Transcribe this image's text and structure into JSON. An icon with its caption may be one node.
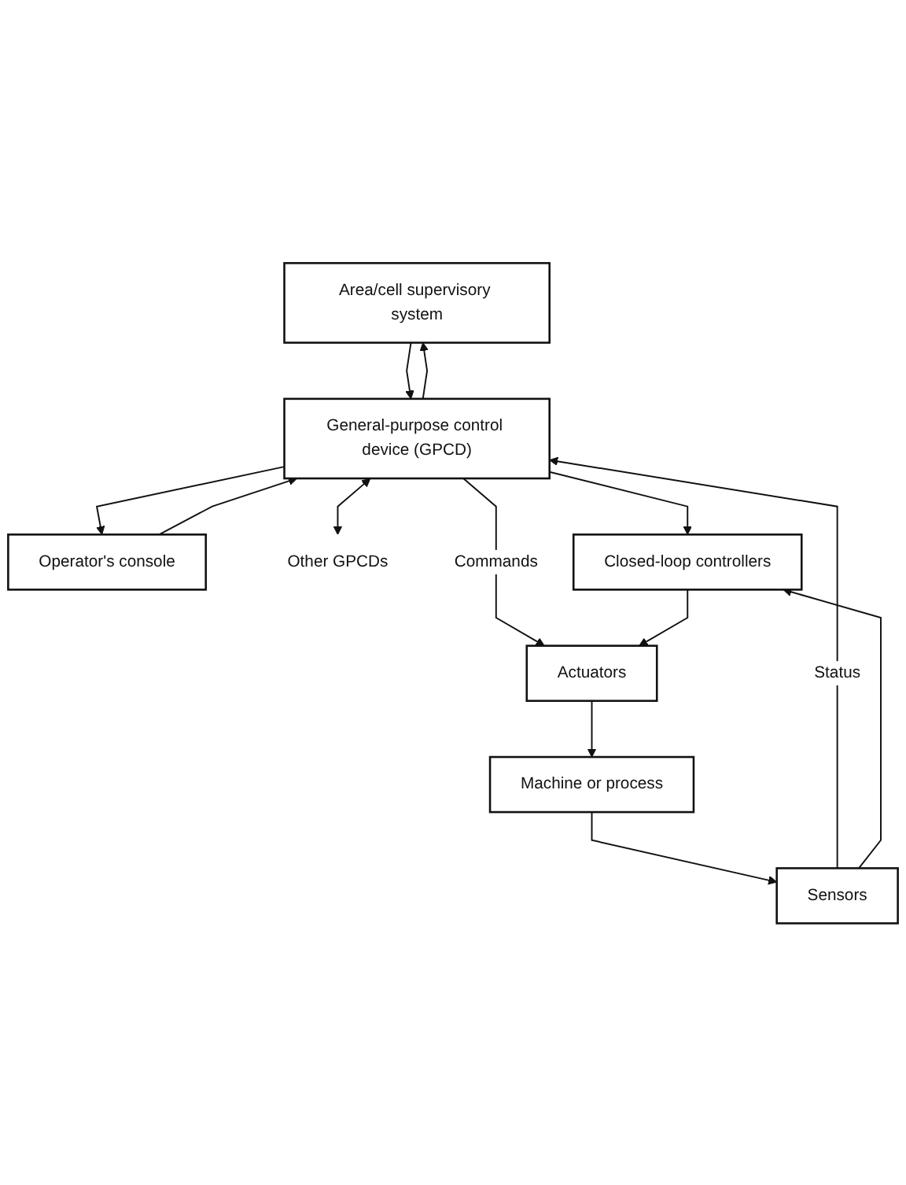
{
  "diagram": {
    "nodes": [
      {
        "text": [
          "Area/cell supervisory system"
        ]
      },
      {
        "text": [
          "Operator's console"
        ]
      },
      {
        "text": [
          "General-purpose control device (GPCD)"
        ]
      },
      {
        "text": [
          "Other GPCDs"
        ]
      },
      {
        "text": [
          "Closed-loop controllers"
        ]
      },
      {
        "text": [
          "Actuators"
        ]
      },
      {
        "text": [
          "Sensors"
        ]
      },
      {
        "text": [
          "Machine or process"
        ]
      }
    ],
    "edges": [
      {
        "from": 0,
        "to": 2,
        "arrow": "to"
      },
      {
        "from": 2,
        "to": 0,
        "arrow": "to"
      },
      {
        "from": 1,
        "to": 2,
        "arrow": "to"
      },
      {
        "from": 2,
        "to": 1,
        "arrow": "to"
      },
      {
        "from": 2,
        "to": 3,
        "arrow": "both"
      },
      {
        "from": 2,
        "to": 4,
        "arrow": "to"
      },
      {
        "from": 2,
        "to": 5,
        "arrow": "to",
        "label": "Commands"
      },
      {
        "from": 6,
        "to": 2,
        "arrow": "to",
        "label": "Status"
      },
      {
        "from": 4,
        "to": 5,
        "arrow": "to"
      },
      {
        "from": 6,
        "to": 4,
        "arrow": "to"
      },
      {
        "from": 5,
        "to": 7,
        "arrow": "to"
      },
      {
        "from": 7,
        "to": 6,
        "arrow": "to"
      }
    ]
  }
}
